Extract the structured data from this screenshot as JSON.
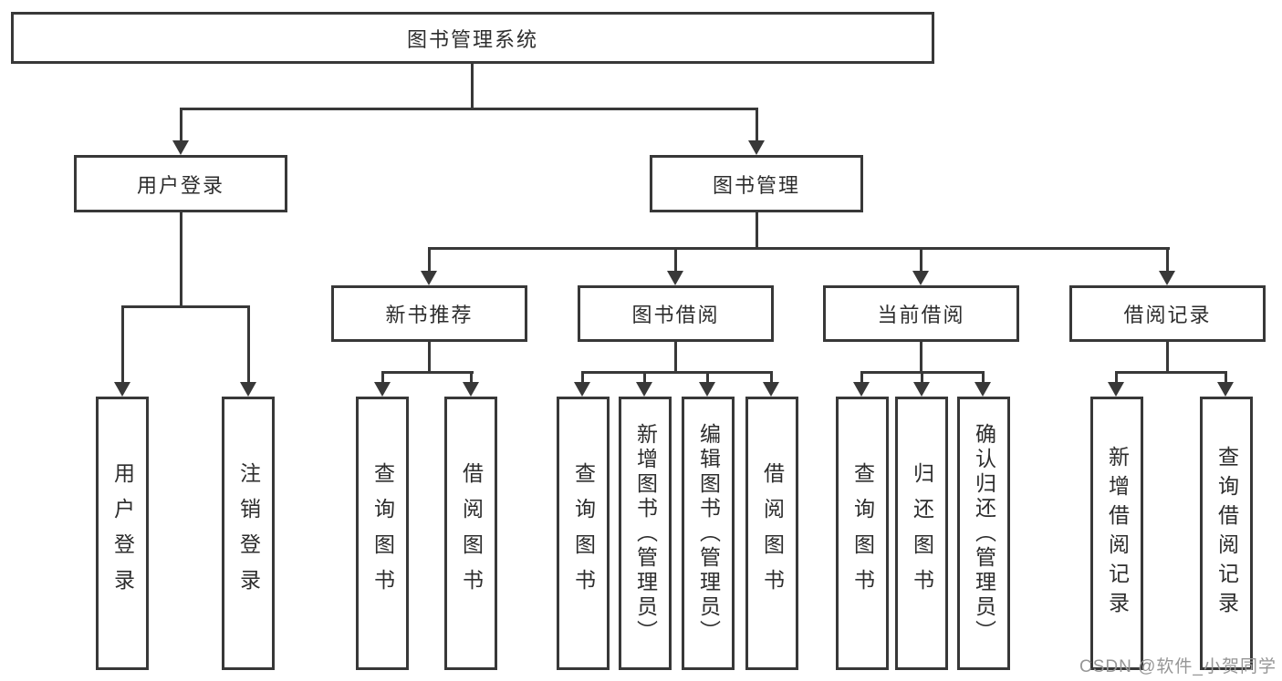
{
  "diagram": {
    "root": "图书管理系统",
    "branches": [
      {
        "label": "用户登录",
        "children": [
          "用户登录",
          "注销登录"
        ]
      },
      {
        "label": "图书管理",
        "groups": [
          {
            "label": "新书推荐",
            "children": [
              "查询图书",
              "借阅图书"
            ]
          },
          {
            "label": "图书借阅",
            "children": [
              "查询图书",
              "新增图书（管理员）",
              "编辑图书（管理员）",
              "借阅图书"
            ]
          },
          {
            "label": "当前借阅",
            "children": [
              "查询图书",
              "归还图书",
              "确认归还（管理员）"
            ]
          },
          {
            "label": "借阅记录",
            "children": [
              "新增借阅记录",
              "查询借阅记录"
            ]
          }
        ]
      }
    ]
  },
  "watermark": "CSDN @软件_小贺同学",
  "colors": {
    "line": "#383838",
    "text": "#2d2d2d",
    "background": "#ffffff",
    "watermark": "#969696"
  }
}
